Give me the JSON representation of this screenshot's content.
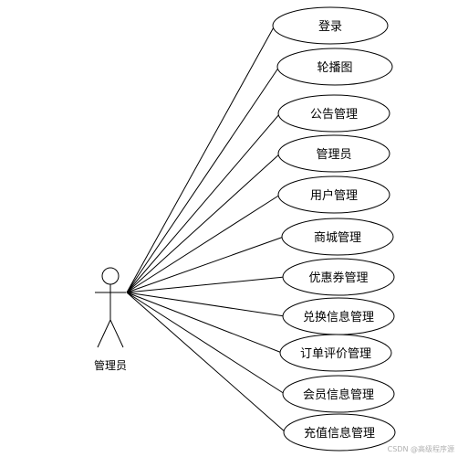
{
  "actor": {
    "label": "管理员"
  },
  "use_cases": [
    {
      "label": "登录"
    },
    {
      "label": "轮播图"
    },
    {
      "label": "公告管理"
    },
    {
      "label": "管理员"
    },
    {
      "label": "用户管理"
    },
    {
      "label": "商城管理"
    },
    {
      "label": "优惠券管理"
    },
    {
      "label": "兑换信息管理"
    },
    {
      "label": "订单评价管理"
    },
    {
      "label": "会员信息管理"
    },
    {
      "label": "充值信息管理"
    }
  ],
  "watermark": "CSDN @高级程序源",
  "colors": {
    "stroke": "#000000",
    "background": "#ffffff",
    "watermark": "#b0b0b0"
  }
}
